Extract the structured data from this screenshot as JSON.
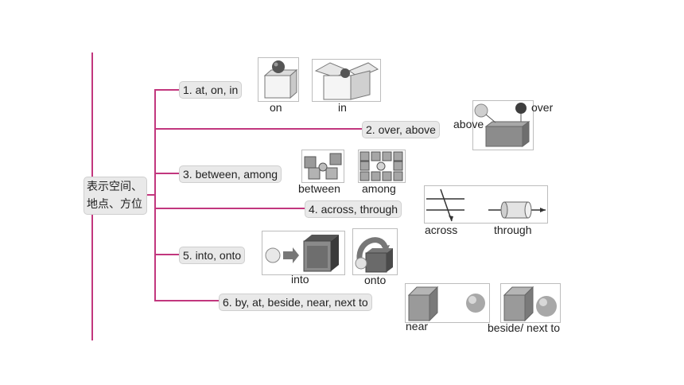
{
  "root": {
    "line1": "表示空间、",
    "line2": "地点、方位"
  },
  "branches": [
    {
      "label": "1. at, on, in"
    },
    {
      "label": "2. over, above"
    },
    {
      "label": "3. between, among"
    },
    {
      "label": "4. across, through"
    },
    {
      "label": "5. into, onto"
    },
    {
      "label": "6. by, at, beside, near, next to"
    }
  ],
  "captions": {
    "on": "on",
    "in": "in",
    "above": "above",
    "over": "over",
    "between": "between",
    "among": "among",
    "across": "across",
    "through": "through",
    "into": "into",
    "onto": "onto",
    "near": "near",
    "beside": "beside/ next to"
  },
  "colors": {
    "connector": "#c2377e",
    "box_fill": "#e9e9e9",
    "shape_gray": "#8c8c8c"
  }
}
